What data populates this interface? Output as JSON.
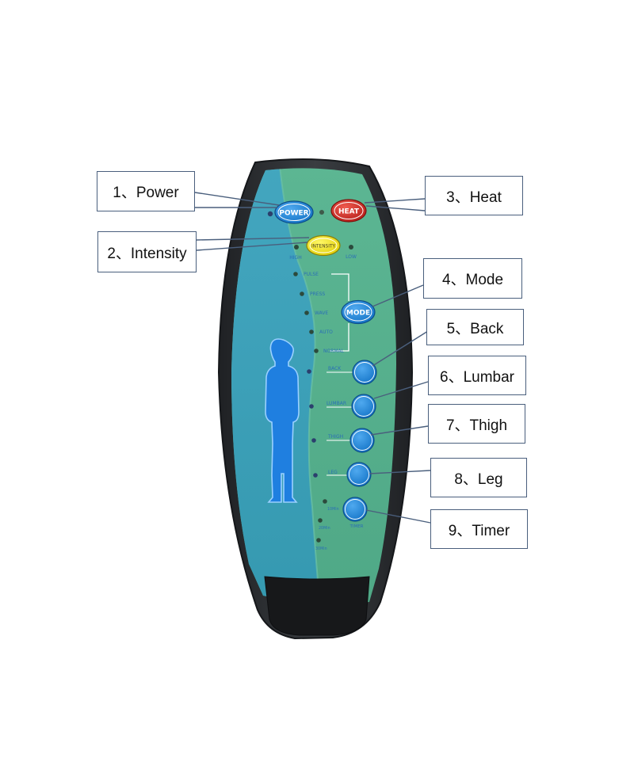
{
  "callouts": [
    {
      "id": "power",
      "label": "1、Power"
    },
    {
      "id": "intensity",
      "label": "2、Intensity"
    },
    {
      "id": "heat",
      "label": "3、Heat"
    },
    {
      "id": "mode",
      "label": "4、Mode"
    },
    {
      "id": "back",
      "label": "5、Back"
    },
    {
      "id": "lumbar",
      "label": "6、Lumbar"
    },
    {
      "id": "thigh",
      "label": "7、Thigh"
    },
    {
      "id": "leg",
      "label": "8、Leg"
    },
    {
      "id": "timer",
      "label": "9、Timer"
    }
  ],
  "remote": {
    "power_button": "POWER",
    "heat_button": "HEAT",
    "intensity_button": "INTENSITY",
    "high_label": "HIGH",
    "low_label": "LOW",
    "mode_button": "MODE",
    "modes": [
      "PULSE",
      "PRESS",
      "WAVE",
      "AUTO",
      "NORMAL"
    ],
    "zones": [
      "BACK",
      "LUMBAR",
      "THIGH",
      "LEG"
    ],
    "timer_label": "TIMER",
    "timer_options": [
      "10Min",
      "20Min",
      "30Min"
    ]
  },
  "colors": {
    "body": "#2c2e31",
    "panel_green": "#57b58f",
    "panel_blue": "#3ea3b8",
    "button_blue": "#1c86da",
    "heat_red": "#d8342c",
    "intensity_yellow": "#f2e51a",
    "line": "#4a5f7d"
  }
}
